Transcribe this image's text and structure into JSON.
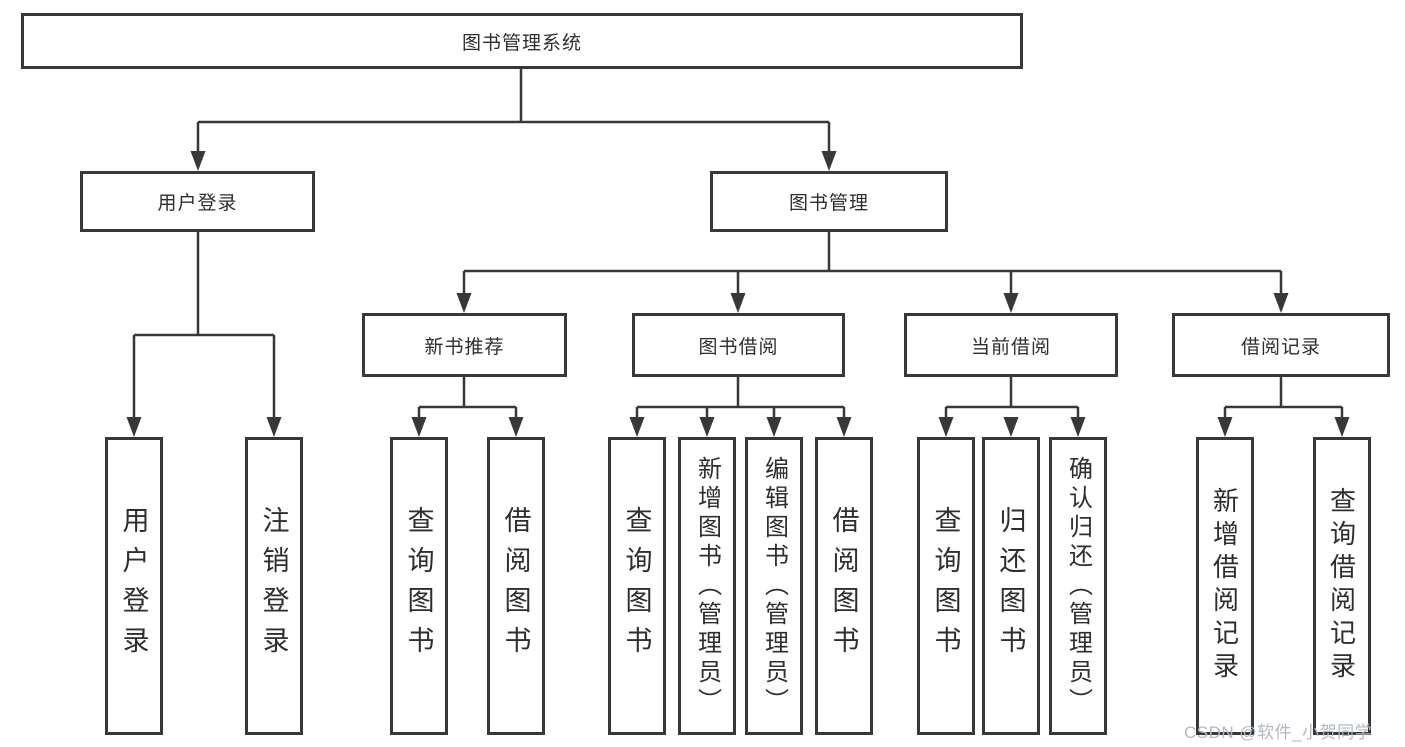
{
  "tree": {
    "label": "图书管理系统",
    "children": [
      {
        "label": "用户登录",
        "children": [
          {
            "label": "用户登录"
          },
          {
            "label": "注销登录"
          }
        ]
      },
      {
        "label": "图书管理",
        "children": [
          {
            "label": "新书推荐",
            "children": [
              {
                "label": "查询图书"
              },
              {
                "label": "借阅图书"
              }
            ]
          },
          {
            "label": "图书借阅",
            "children": [
              {
                "label": "查询图书"
              },
              {
                "label": "新增图书（管理员）"
              },
              {
                "label": "编辑图书（管理员）"
              },
              {
                "label": "借阅图书"
              }
            ]
          },
          {
            "label": "当前借阅",
            "children": [
              {
                "label": "查询图书"
              },
              {
                "label": "归还图书"
              },
              {
                "label": "确认归还（管理员）"
              }
            ]
          },
          {
            "label": "借阅记录",
            "children": [
              {
                "label": "新增借阅记录"
              },
              {
                "label": "查询借阅记录"
              }
            ]
          }
        ]
      }
    ]
  },
  "watermark": {
    "text": "CSDN @软件_小贺同学",
    "color": "#b2b8c0"
  },
  "colors": {
    "line": "#383838",
    "box_border": "#383838",
    "text": "#2e2e2e",
    "background": "#ffffff"
  }
}
